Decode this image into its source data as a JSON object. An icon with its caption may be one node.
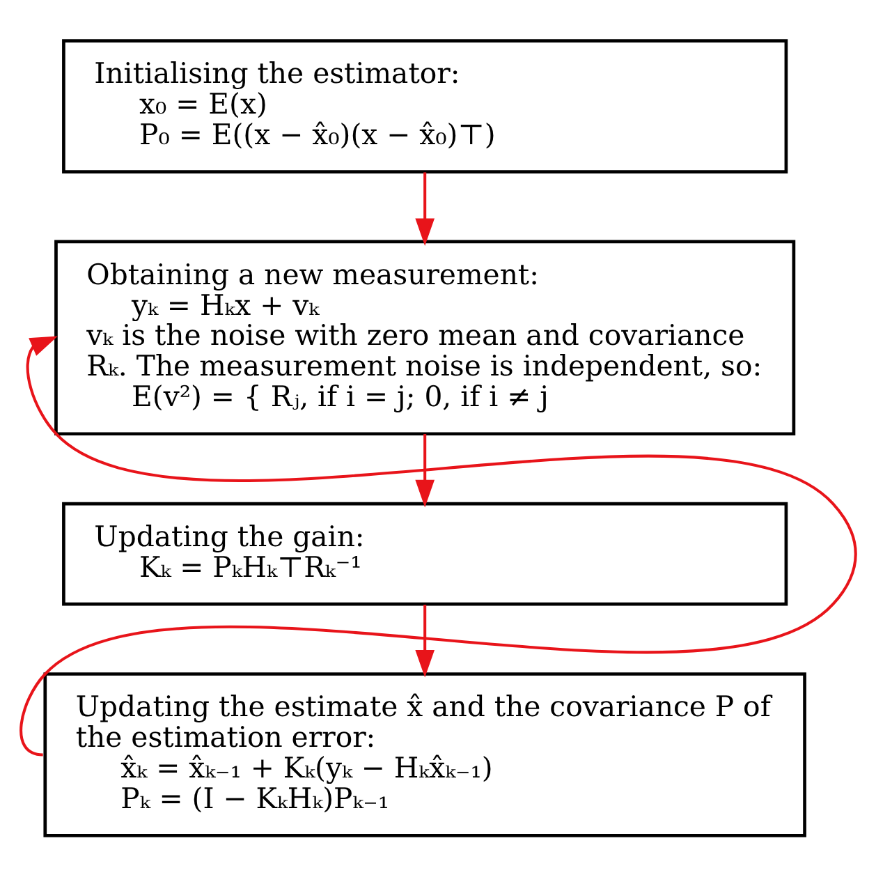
{
  "diagram": {
    "nodes": [
      {
        "text": [
          "Initialising the estimator:",
          "x₀ = E(x)",
          "P₀ = E((x − x̂₀)(x − x̂₀)⊤)"
        ]
      },
      {
        "text": [
          "Obtaining a new measurement:",
          "yₖ = Hₖx + vₖ",
          "vₖ is the noise with zero mean and covariance Rₖ. The measurement noise is independent, so:",
          "E(v²) = { Rⱼ, if i = j; 0, if i ≠ j"
        ]
      },
      {
        "text": [
          "Updating the gain:",
          "Kₖ = PₖHₖ⊤Rₖ⁻¹"
        ]
      },
      {
        "text": [
          "Updating the estimate x̂ and the covariance P of the estimation error:",
          "x̂ₖ = x̂ₖ₋₁ + Kₖ(yₖ − Hₖx̂ₖ₋₁)",
          "Pₖ = (I − KₖHₖ)Pₖ₋₁"
        ]
      }
    ],
    "edges": [
      {
        "from": 0,
        "to": 1,
        "arrow": "to"
      },
      {
        "from": 1,
        "to": 2,
        "arrow": "to"
      },
      {
        "from": 2,
        "to": 3,
        "arrow": "to"
      },
      {
        "from": 3,
        "to": 1,
        "arrow": "to"
      }
    ]
  }
}
